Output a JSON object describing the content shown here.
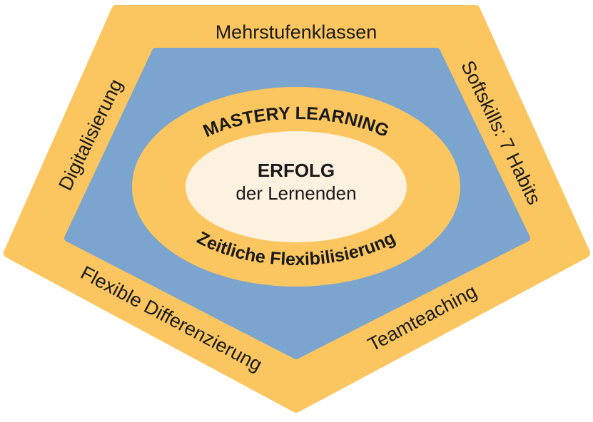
{
  "colors": {
    "outer": "#FBC65F",
    "middle": "#7BA4CF",
    "ring": "#FBC65F",
    "core": "#FDF1DF",
    "text": "#1a1a1a"
  },
  "outer_labels": {
    "top": "Mehrstufenklassen",
    "left": "Digitalisierung",
    "right": "Softskills: 7 Habits",
    "bottom_left": "Flexible Differenzierung",
    "bottom_right": "Teamteaching"
  },
  "ring_labels": {
    "top": "MASTERY LEARNING",
    "bottom": "Zeitliche Flexibilisierung"
  },
  "core": {
    "title": "ERFOLG",
    "subtitle": "der Lernenden"
  }
}
